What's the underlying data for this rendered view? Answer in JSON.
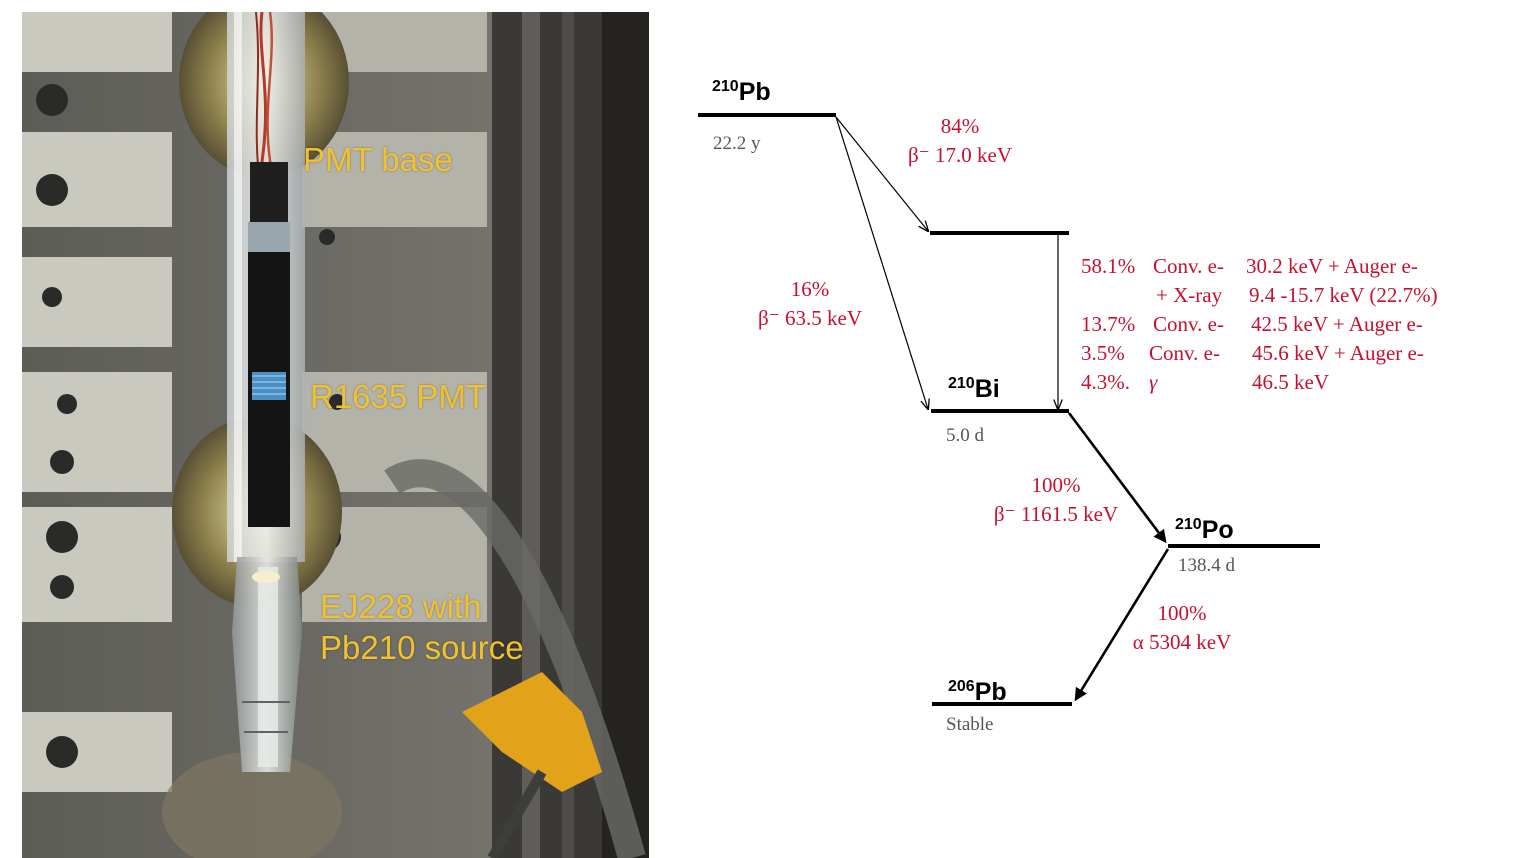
{
  "photo": {
    "labels": {
      "pmt_base": "PMT base",
      "pmt": "R1635 PMT",
      "source": "EJ228 with\nPb210 source"
    },
    "label_color": "#f2c12e"
  },
  "diagram": {
    "colors": {
      "levels": "#000000",
      "annotations": "#c8102e",
      "half_life": "#555555"
    },
    "levels": {
      "pb210": {
        "mass": "210",
        "symbol": "Pb",
        "half_life": "22.2 y"
      },
      "bi210": {
        "mass": "210",
        "symbol": "Bi",
        "half_life": "5.0 d"
      },
      "po210": {
        "mass": "210",
        "symbol": "Po",
        "half_life": "138.4 d"
      },
      "pb206": {
        "mass": "206",
        "symbol": "Pb",
        "half_life": "Stable"
      }
    },
    "transitions": {
      "beta_84": {
        "branch": "84%",
        "energy": "β⁻ 17.0 keV"
      },
      "beta_16": {
        "branch": "16%",
        "energy": "β⁻ 63.5 keV"
      },
      "beta_bi": {
        "branch": "100%",
        "energy": "β⁻ 1161.5 keV"
      },
      "alpha_po": {
        "branch": "100%",
        "energy": "α 5304 keV"
      }
    },
    "deexcitation": [
      {
        "pct": "58.1%",
        "mode": "Conv. e-",
        "energy": "30.2 keV + Auger e-"
      },
      {
        "pct": "",
        "mode": "+ X-ray",
        "energy": "9.4 -15.7 keV (22.7%)"
      },
      {
        "pct": "13.7%",
        "mode": "Conv. e-",
        "energy": "42.5 keV + Auger e-"
      },
      {
        "pct": "3.5%",
        "mode": "Conv. e-",
        "energy": "45.6 keV + Auger e-"
      },
      {
        "pct": "4.3%.",
        "mode": "γ",
        "energy": "46.5 keV"
      }
    ]
  }
}
